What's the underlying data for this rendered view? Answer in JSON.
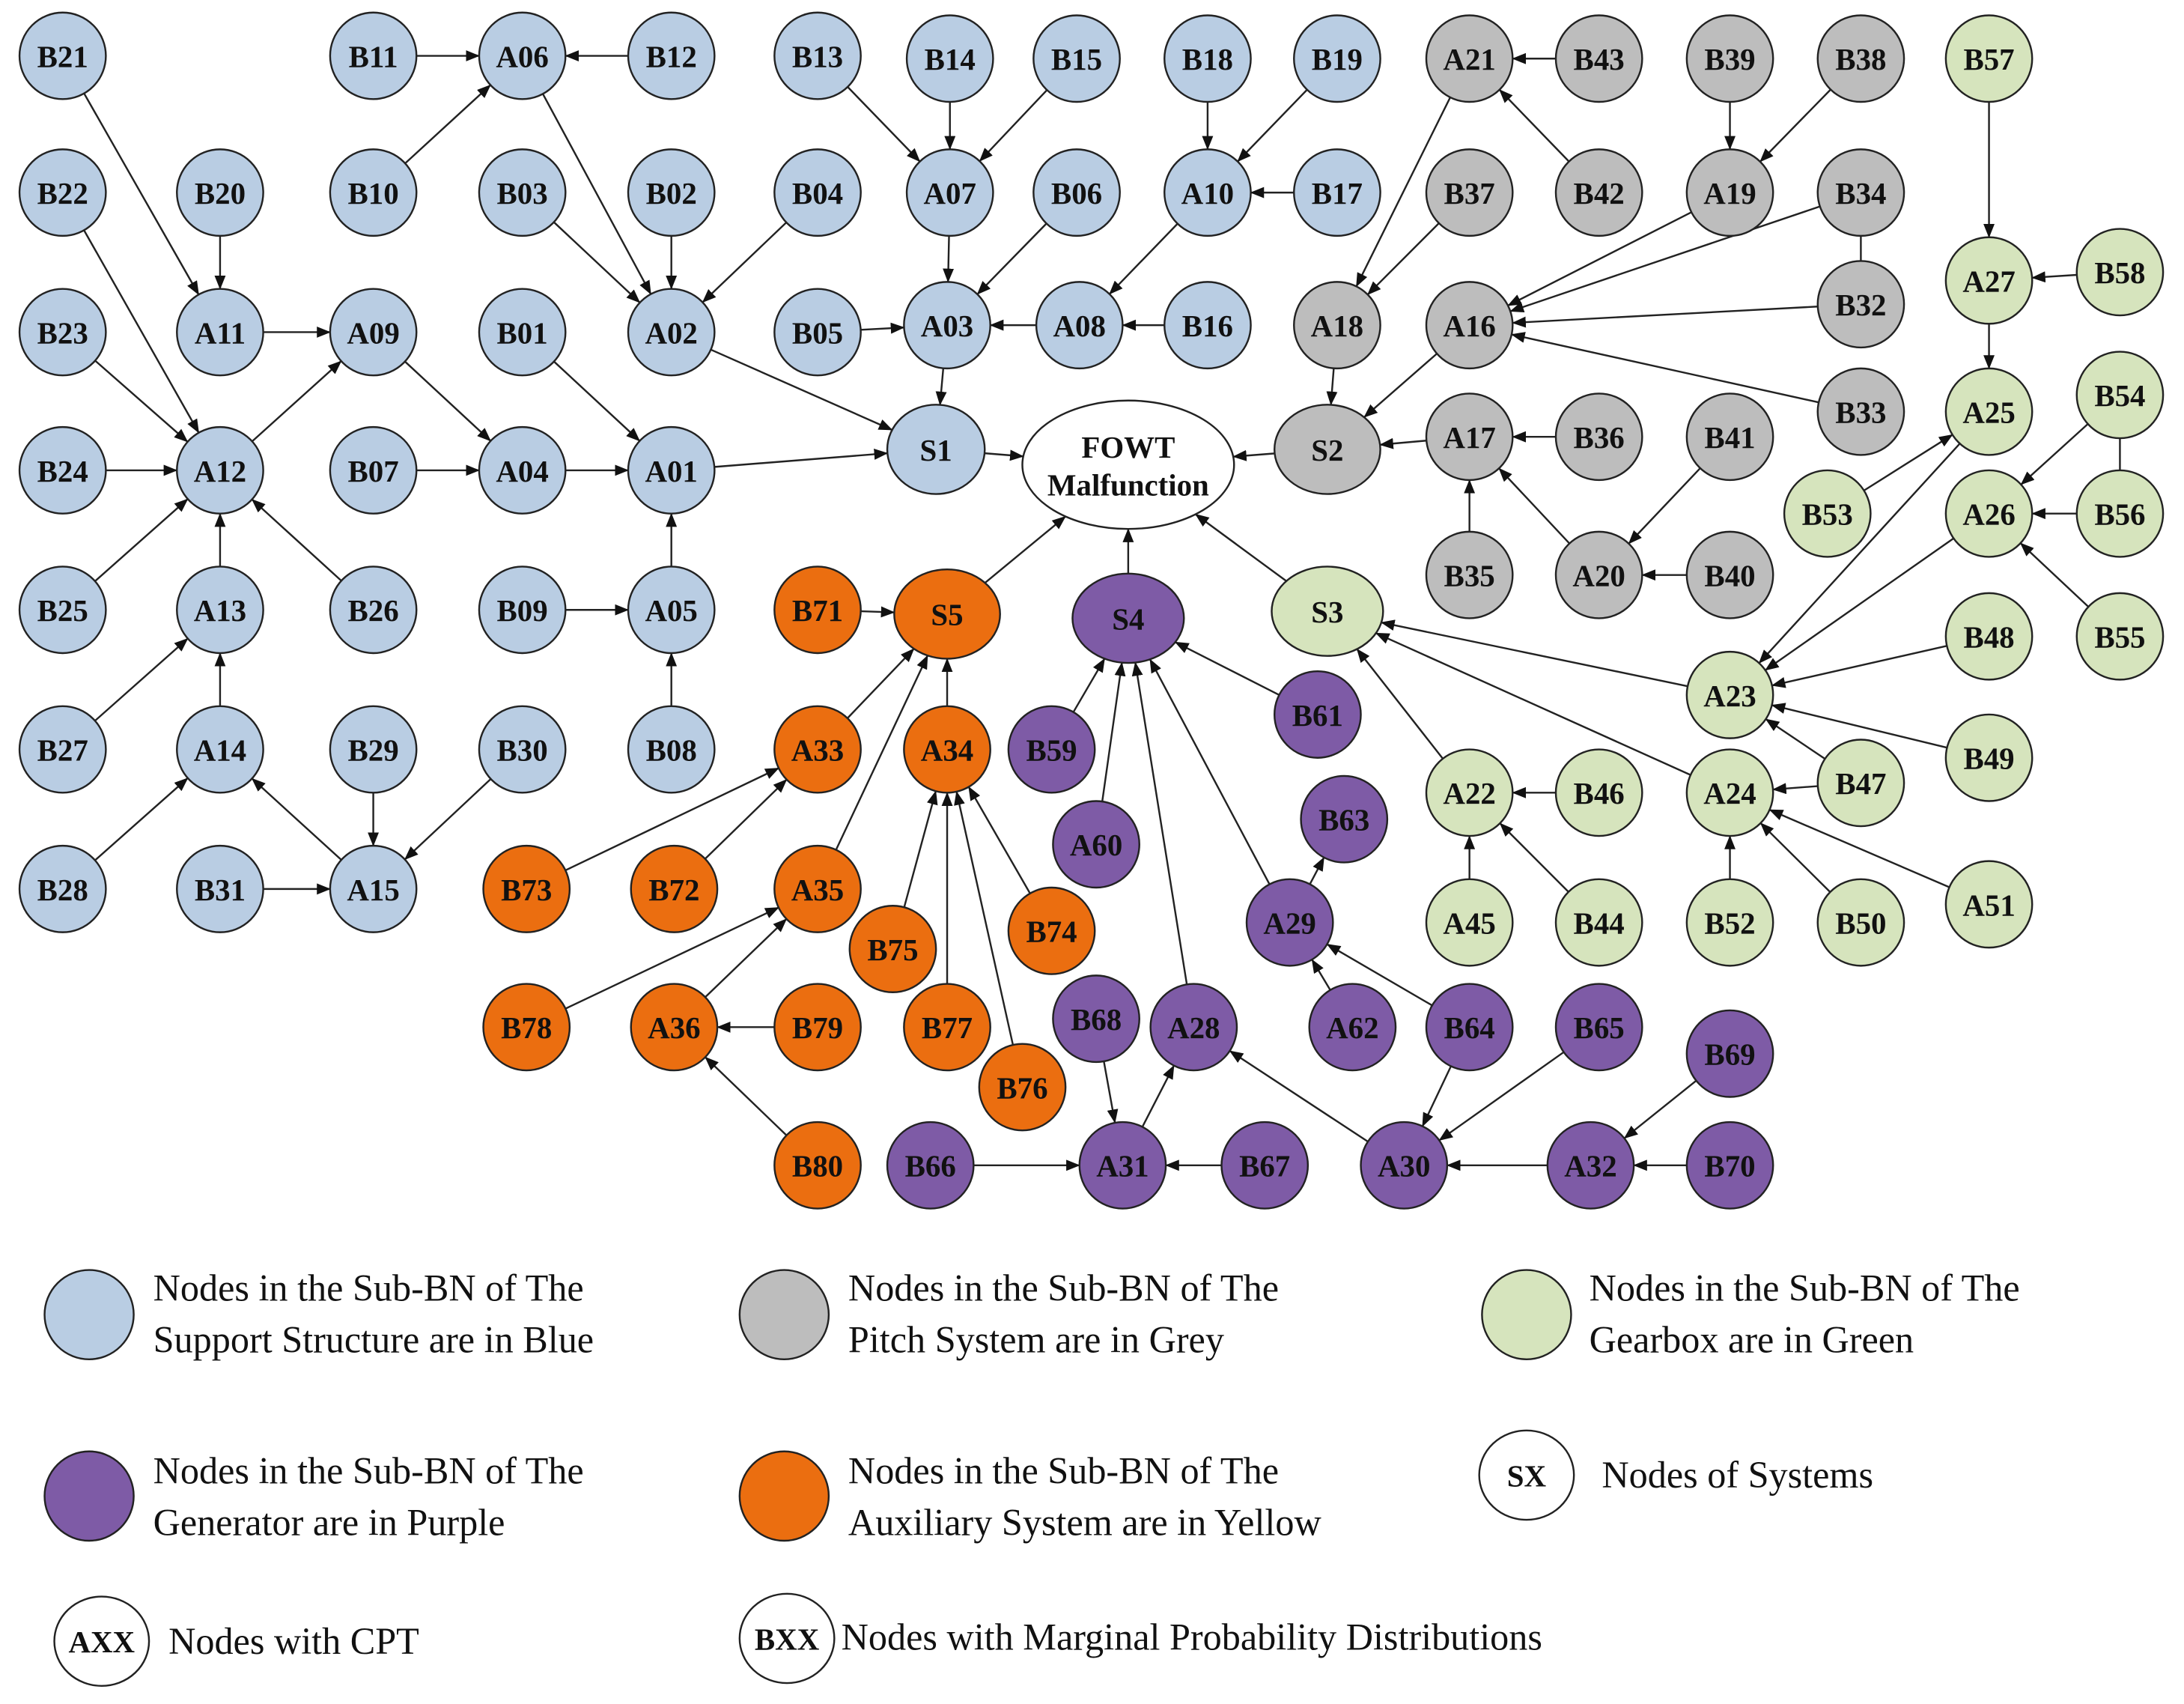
{
  "colors": {
    "blue": "#b9cde3",
    "grey": "#bdbdbd",
    "green": "#d6e4bd",
    "purple": "#7e5ba6",
    "orange": "#eb6e10",
    "white": "#ffffff",
    "stroke": "#222222"
  },
  "nodes": [
    {
      "id": "B21",
      "label": "B21",
      "group": "blue"
    },
    {
      "id": "B11",
      "label": "B11",
      "group": "blue"
    },
    {
      "id": "A06",
      "label": "A06",
      "group": "blue"
    },
    {
      "id": "B12",
      "label": "B12",
      "group": "blue"
    },
    {
      "id": "B13",
      "label": "B13",
      "group": "blue"
    },
    {
      "id": "B14",
      "label": "B14",
      "group": "blue"
    },
    {
      "id": "B15",
      "label": "B15",
      "group": "blue"
    },
    {
      "id": "B18",
      "label": "B18",
      "group": "blue"
    },
    {
      "id": "B19",
      "label": "B19",
      "group": "blue"
    },
    {
      "id": "B22",
      "label": "B22",
      "group": "blue"
    },
    {
      "id": "B20",
      "label": "B20",
      "group": "blue"
    },
    {
      "id": "B10",
      "label": "B10",
      "group": "blue"
    },
    {
      "id": "B03",
      "label": "B03",
      "group": "blue"
    },
    {
      "id": "B02",
      "label": "B02",
      "group": "blue"
    },
    {
      "id": "B04",
      "label": "B04",
      "group": "blue"
    },
    {
      "id": "A07",
      "label": "A07",
      "group": "blue"
    },
    {
      "id": "B06",
      "label": "B06",
      "group": "blue"
    },
    {
      "id": "A10",
      "label": "A10",
      "group": "blue"
    },
    {
      "id": "B17",
      "label": "B17",
      "group": "blue"
    },
    {
      "id": "B23",
      "label": "B23",
      "group": "blue"
    },
    {
      "id": "A11",
      "label": "A11",
      "group": "blue"
    },
    {
      "id": "A09",
      "label": "A09",
      "group": "blue"
    },
    {
      "id": "B01",
      "label": "B01",
      "group": "blue"
    },
    {
      "id": "A02",
      "label": "A02",
      "group": "blue"
    },
    {
      "id": "B05",
      "label": "B05",
      "group": "blue"
    },
    {
      "id": "A03",
      "label": "A03",
      "group": "blue"
    },
    {
      "id": "A08",
      "label": "A08",
      "group": "blue"
    },
    {
      "id": "B16",
      "label": "B16",
      "group": "blue"
    },
    {
      "id": "B24",
      "label": "B24",
      "group": "blue"
    },
    {
      "id": "A12",
      "label": "A12",
      "group": "blue"
    },
    {
      "id": "B07",
      "label": "B07",
      "group": "blue"
    },
    {
      "id": "A04",
      "label": "A04",
      "group": "blue"
    },
    {
      "id": "A01",
      "label": "A01",
      "group": "blue"
    },
    {
      "id": "S1",
      "label": "S1",
      "group": "blue"
    },
    {
      "id": "B25",
      "label": "B25",
      "group": "blue"
    },
    {
      "id": "A13",
      "label": "A13",
      "group": "blue"
    },
    {
      "id": "B26",
      "label": "B26",
      "group": "blue"
    },
    {
      "id": "B09",
      "label": "B09",
      "group": "blue"
    },
    {
      "id": "A05",
      "label": "A05",
      "group": "blue"
    },
    {
      "id": "B27",
      "label": "B27",
      "group": "blue"
    },
    {
      "id": "A14",
      "label": "A14",
      "group": "blue"
    },
    {
      "id": "B29",
      "label": "B29",
      "group": "blue"
    },
    {
      "id": "B30",
      "label": "B30",
      "group": "blue"
    },
    {
      "id": "B08",
      "label": "B08",
      "group": "blue"
    },
    {
      "id": "B28",
      "label": "B28",
      "group": "blue"
    },
    {
      "id": "B31",
      "label": "B31",
      "group": "blue"
    },
    {
      "id": "A15",
      "label": "A15",
      "group": "blue"
    },
    {
      "id": "A21",
      "label": "A21",
      "group": "grey"
    },
    {
      "id": "B43",
      "label": "B43",
      "group": "grey"
    },
    {
      "id": "B39",
      "label": "B39",
      "group": "grey"
    },
    {
      "id": "B38",
      "label": "B38",
      "group": "grey"
    },
    {
      "id": "B37",
      "label": "B37",
      "group": "grey"
    },
    {
      "id": "B42",
      "label": "B42",
      "group": "grey"
    },
    {
      "id": "A19",
      "label": "A19",
      "group": "grey"
    },
    {
      "id": "B34",
      "label": "B34",
      "group": "grey"
    },
    {
      "id": "A18",
      "label": "A18",
      "group": "grey"
    },
    {
      "id": "A16",
      "label": "A16",
      "group": "grey"
    },
    {
      "id": "B32",
      "label": "B32",
      "group": "grey"
    },
    {
      "id": "B33",
      "label": "B33",
      "group": "grey"
    },
    {
      "id": "S2",
      "label": "S2",
      "group": "grey"
    },
    {
      "id": "A17",
      "label": "A17",
      "group": "grey"
    },
    {
      "id": "B36",
      "label": "B36",
      "group": "grey"
    },
    {
      "id": "B41",
      "label": "B41",
      "group": "grey"
    },
    {
      "id": "B35",
      "label": "B35",
      "group": "grey"
    },
    {
      "id": "A20",
      "label": "A20",
      "group": "grey"
    },
    {
      "id": "B40",
      "label": "B40",
      "group": "grey"
    },
    {
      "id": "B57",
      "label": "B57",
      "group": "green"
    },
    {
      "id": "A27",
      "label": "A27",
      "group": "green"
    },
    {
      "id": "B58",
      "label": "B58",
      "group": "green"
    },
    {
      "id": "A25",
      "label": "A25",
      "group": "green"
    },
    {
      "id": "B54",
      "label": "B54",
      "group": "green"
    },
    {
      "id": "B53",
      "label": "B53",
      "group": "green"
    },
    {
      "id": "A26",
      "label": "A26",
      "group": "green"
    },
    {
      "id": "B56",
      "label": "B56",
      "group": "green"
    },
    {
      "id": "S3",
      "label": "S3",
      "group": "green"
    },
    {
      "id": "B48",
      "label": "B48",
      "group": "green"
    },
    {
      "id": "B55",
      "label": "B55",
      "group": "green"
    },
    {
      "id": "A23",
      "label": "A23",
      "group": "green"
    },
    {
      "id": "B49",
      "label": "B49",
      "group": "green"
    },
    {
      "id": "A22",
      "label": "A22",
      "group": "green"
    },
    {
      "id": "B46",
      "label": "B46",
      "group": "green"
    },
    {
      "id": "A24",
      "label": "A24",
      "group": "green"
    },
    {
      "id": "B47",
      "label": "B47",
      "group": "green"
    },
    {
      "id": "A45",
      "label": "A45",
      "group": "green"
    },
    {
      "id": "B44",
      "label": "B44",
      "group": "green"
    },
    {
      "id": "B52",
      "label": "B52",
      "group": "green"
    },
    {
      "id": "B50",
      "label": "B50",
      "group": "green"
    },
    {
      "id": "A51",
      "label": "A51",
      "group": "green"
    },
    {
      "id": "S4",
      "label": "S4",
      "group": "purple"
    },
    {
      "id": "B61",
      "label": "B61",
      "group": "purple"
    },
    {
      "id": "B59",
      "label": "B59",
      "group": "purple"
    },
    {
      "id": "A60",
      "label": "A60",
      "group": "purple"
    },
    {
      "id": "B63",
      "label": "B63",
      "group": "purple"
    },
    {
      "id": "A29",
      "label": "A29",
      "group": "purple"
    },
    {
      "id": "B68",
      "label": "B68",
      "group": "purple"
    },
    {
      "id": "A28",
      "label": "A28",
      "group": "purple"
    },
    {
      "id": "A62",
      "label": "A62",
      "group": "purple"
    },
    {
      "id": "B64",
      "label": "B64",
      "group": "purple"
    },
    {
      "id": "B65",
      "label": "B65",
      "group": "purple"
    },
    {
      "id": "B69",
      "label": "B69",
      "group": "purple"
    },
    {
      "id": "B66",
      "label": "B66",
      "group": "purple"
    },
    {
      "id": "A31",
      "label": "A31",
      "group": "purple"
    },
    {
      "id": "B67",
      "label": "B67",
      "group": "purple"
    },
    {
      "id": "A30",
      "label": "A30",
      "group": "purple"
    },
    {
      "id": "A32",
      "label": "A32",
      "group": "purple"
    },
    {
      "id": "B70",
      "label": "B70",
      "group": "purple"
    },
    {
      "id": "B71",
      "label": "B71",
      "group": "orange"
    },
    {
      "id": "S5",
      "label": "S5",
      "group": "orange"
    },
    {
      "id": "A33",
      "label": "A33",
      "group": "orange"
    },
    {
      "id": "A34",
      "label": "A34",
      "group": "orange"
    },
    {
      "id": "B73",
      "label": "B73",
      "group": "orange"
    },
    {
      "id": "B72",
      "label": "B72",
      "group": "orange"
    },
    {
      "id": "A35",
      "label": "A35",
      "group": "orange"
    },
    {
      "id": "B75",
      "label": "B75",
      "group": "orange"
    },
    {
      "id": "B74",
      "label": "B74",
      "group": "orange"
    },
    {
      "id": "B78",
      "label": "B78",
      "group": "orange"
    },
    {
      "id": "A36",
      "label": "A36",
      "group": "orange"
    },
    {
      "id": "B79",
      "label": "B79",
      "group": "orange"
    },
    {
      "id": "B77",
      "label": "B77",
      "group": "orange"
    },
    {
      "id": "B76",
      "label": "B76",
      "group": "orange"
    },
    {
      "id": "B80",
      "label": "B80",
      "group": "orange"
    },
    {
      "id": "FOWT",
      "label": "FOWT",
      "label2": "Malfunction",
      "group": "white"
    }
  ],
  "edges": [
    [
      "B11",
      "A06"
    ],
    [
      "B12",
      "A06"
    ],
    [
      "B10",
      "A06"
    ],
    [
      "A06",
      "A02"
    ],
    [
      "B03",
      "A02"
    ],
    [
      "B02",
      "A02"
    ],
    [
      "B04",
      "A02"
    ],
    [
      "A02",
      "S1"
    ],
    [
      "B13",
      "A07"
    ],
    [
      "B14",
      "A07"
    ],
    [
      "B15",
      "A07"
    ],
    [
      "A07",
      "A03"
    ],
    [
      "B06",
      "A03"
    ],
    [
      "B18",
      "A10"
    ],
    [
      "B19",
      "A10"
    ],
    [
      "B17",
      "A10"
    ],
    [
      "A10",
      "A08"
    ],
    [
      "B16",
      "A08"
    ],
    [
      "A08",
      "A03"
    ],
    [
      "B05",
      "A03"
    ],
    [
      "A03",
      "S1"
    ],
    [
      "B21",
      "A11"
    ],
    [
      "B20",
      "A11"
    ],
    [
      "A11",
      "A09"
    ],
    [
      "B22",
      "A12"
    ],
    [
      "B23",
      "A12"
    ],
    [
      "B24",
      "A12"
    ],
    [
      "B25",
      "A12"
    ],
    [
      "B26",
      "A12"
    ],
    [
      "A13",
      "A12"
    ],
    [
      "A12",
      "A09"
    ],
    [
      "A09",
      "A04"
    ],
    [
      "B07",
      "A04"
    ],
    [
      "A04",
      "A01"
    ],
    [
      "B01",
      "A01"
    ],
    [
      "A05",
      "A01"
    ],
    [
      "A01",
      "S1"
    ],
    [
      "B09",
      "A05"
    ],
    [
      "B08",
      "A05"
    ],
    [
      "B27",
      "A13"
    ],
    [
      "A14",
      "A13"
    ],
    [
      "B28",
      "A14"
    ],
    [
      "A15",
      "A14"
    ],
    [
      "B29",
      "A15"
    ],
    [
      "B30",
      "A15"
    ],
    [
      "B31",
      "A15"
    ],
    [
      "S1",
      "FOWT"
    ],
    [
      "B43",
      "A21"
    ],
    [
      "B42",
      "A21"
    ],
    [
      "A21",
      "A18"
    ],
    [
      "B37",
      "A18"
    ],
    [
      "A18",
      "S2"
    ],
    [
      "B39",
      "A19"
    ],
    [
      "B38",
      "A19"
    ],
    [
      "A19",
      "A16"
    ],
    [
      "B34",
      "A16"
    ],
    [
      "B32",
      "A16"
    ],
    [
      "B33",
      "A16"
    ],
    [
      "A16",
      "S2"
    ],
    [
      "B36",
      "A17"
    ],
    [
      "B35",
      "A17"
    ],
    [
      "A20",
      "A17"
    ],
    [
      "B41",
      "A20"
    ],
    [
      "B40",
      "A20"
    ],
    [
      "A17",
      "S2"
    ],
    [
      "S2",
      "FOWT"
    ],
    [
      "B57",
      "A27"
    ],
    [
      "B58",
      "A27"
    ],
    [
      "A27",
      "A25"
    ],
    [
      "B53",
      "A25"
    ],
    [
      "A25",
      "A23"
    ],
    [
      "B54",
      "A26"
    ],
    [
      "B56",
      "A26"
    ],
    [
      "B55",
      "A26"
    ],
    [
      "A26",
      "A23"
    ],
    [
      "B48",
      "A23"
    ],
    [
      "B49",
      "A23"
    ],
    [
      "B47",
      "A23"
    ],
    [
      "A23",
      "S3"
    ],
    [
      "B46",
      "A22"
    ],
    [
      "A45",
      "A22"
    ],
    [
      "B44",
      "A22"
    ],
    [
      "A22",
      "S3"
    ],
    [
      "B47",
      "A24"
    ],
    [
      "B52",
      "A24"
    ],
    [
      "B50",
      "A24"
    ],
    [
      "A51",
      "A24"
    ],
    [
      "A24",
      "S3"
    ],
    [
      "S3",
      "FOWT"
    ],
    [
      "B61",
      "S4"
    ],
    [
      "B59",
      "S4"
    ],
    [
      "A60",
      "S4"
    ],
    [
      "A29",
      "S4"
    ],
    [
      "A28",
      "S4"
    ],
    [
      "A29",
      "B63"
    ],
    [
      "A62",
      "A29"
    ],
    [
      "B64",
      "A29"
    ],
    [
      "B68",
      "A31"
    ],
    [
      "A31",
      "A28"
    ],
    [
      "B66",
      "A31"
    ],
    [
      "B67",
      "A31"
    ],
    [
      "A30",
      "A28"
    ],
    [
      "B64",
      "A30"
    ],
    [
      "B65",
      "A30"
    ],
    [
      "A32",
      "A30"
    ],
    [
      "B69",
      "A32"
    ],
    [
      "B70",
      "A32"
    ],
    [
      "S4",
      "FOWT"
    ],
    [
      "B71",
      "S5"
    ],
    [
      "A33",
      "S5"
    ],
    [
      "A34",
      "S5"
    ],
    [
      "A35",
      "S5"
    ],
    [
      "B73",
      "A33"
    ],
    [
      "B72",
      "A33"
    ],
    [
      "B75",
      "A34"
    ],
    [
      "B77",
      "A34"
    ],
    [
      "B76",
      "A34"
    ],
    [
      "B74",
      "A34"
    ],
    [
      "B78",
      "A35"
    ],
    [
      "A36",
      "A35"
    ],
    [
      "B79",
      "A36"
    ],
    [
      "B80",
      "A36"
    ],
    [
      "S5",
      "FOWT"
    ]
  ],
  "plain_lines": [
    [
      "B54",
      "B56"
    ],
    [
      "B34",
      "B32"
    ]
  ],
  "legend": [
    {
      "key": "legend-blue",
      "fill": "blue",
      "line1": "Nodes in the Sub-BN of The",
      "line2": "Support Structure are in Blue"
    },
    {
      "key": "legend-grey",
      "fill": "grey",
      "line1": "Nodes in the Sub-BN of The",
      "line2": "Pitch System are in Grey"
    },
    {
      "key": "legend-green",
      "fill": "green",
      "line1": "Nodes in the Sub-BN of The",
      "line2": "Gearbox are in Green"
    },
    {
      "key": "legend-purple",
      "fill": "purple",
      "line1": "Nodes in the Sub-BN of The",
      "line2": "Generator are in Purple"
    },
    {
      "key": "legend-orange",
      "fill": "orange",
      "line1": "Nodes in the Sub-BN of The",
      "line2": "Auxiliary System are in Yellow"
    },
    {
      "key": "legend-systems",
      "fill": "white",
      "symbol": "SX",
      "line1": "Nodes of Systems"
    },
    {
      "key": "legend-cpt",
      "fill": "white",
      "symbol": "AXX",
      "line1": "Nodes with CPT"
    },
    {
      "key": "legend-marginal",
      "fill": "white",
      "symbol": "BXX",
      "line1": "Nodes with Marginal Probability Distributions"
    }
  ]
}
